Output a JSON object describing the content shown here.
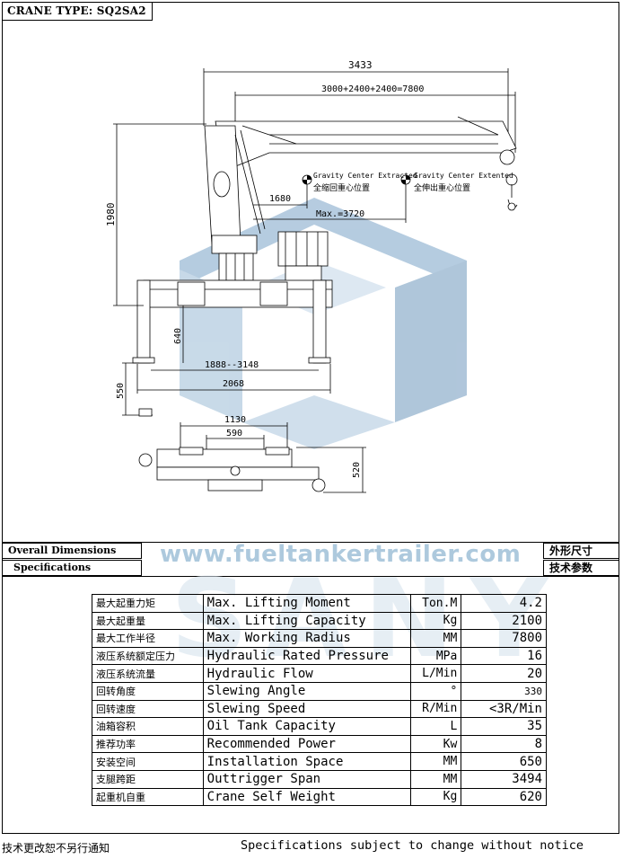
{
  "header": {
    "crane_type": "CRANE TYPE: SQ2SA2"
  },
  "drawing": {
    "dim_total": "3433",
    "dim_sections": "3000+2400+2400=7800",
    "dim_height": "1980",
    "dim_1680": "1680",
    "dim_max": "Max.=3720",
    "gc_retracted_en": "Gravity Center Extracted",
    "gc_retracted_cn": "全缩回重心位置",
    "gc_extended_en": "Gravity Center Extented",
    "gc_extended_cn": "全伸出重心位置",
    "dim_640": "640",
    "dim_range": "1888--3148",
    "dim_2068": "2068",
    "dim_550": "550",
    "dim_1130": "1130",
    "dim_590": "590",
    "dim_520": "520"
  },
  "bands": {
    "overall_en": "Overall Dimensions",
    "overall_cn": "外形尺寸",
    "specs_en": "Specifications",
    "specs_cn": "技术参数"
  },
  "watermark": {
    "url": "www.fueltankertrailer.com",
    "brand": "SANY"
  },
  "specs": [
    {
      "cn": "最大起重力矩",
      "en": "Max. Lifting Moment",
      "unit": "Ton.M",
      "value": "4.2"
    },
    {
      "cn": "最大起重量",
      "en": "Max. Lifting Capacity",
      "unit": "Kg",
      "value": "2100"
    },
    {
      "cn": "最大工作半径",
      "en": "Max. Working Radius",
      "unit": "MM",
      "value": "7800"
    },
    {
      "cn": "液压系统额定压力",
      "en": "Hydraulic Rated Pressure",
      "unit": "MPa",
      "value": "16"
    },
    {
      "cn": "液压系统流量",
      "en": "Hydraulic Flow",
      "unit": "L/Min",
      "value": "20"
    },
    {
      "cn": "回转角度",
      "en": "Slewing Angle",
      "unit": "°",
      "value": "330"
    },
    {
      "cn": "回转速度",
      "en": "Slewing Speed",
      "unit": "R/Min",
      "value": "<3R/Min"
    },
    {
      "cn": "油箱容积",
      "en": "Oil Tank Capacity",
      "unit": "L",
      "value": "35"
    },
    {
      "cn": "推荐功率",
      "en": "Recommended Power",
      "unit": "Kw",
      "value": "8"
    },
    {
      "cn": "安装空间",
      "en": "Installation Space",
      "unit": "MM",
      "value": "650"
    },
    {
      "cn": "支腿跨距",
      "en": "Outtrigger Span",
      "unit": "MM",
      "value": "3494"
    },
    {
      "cn": "起重机自重",
      "en": "Crane Self Weight",
      "unit": "Kg",
      "value": "620"
    }
  ],
  "footer": {
    "cn": "技术更改恕不另行通知",
    "en": "Specifications subject to change without notice"
  }
}
